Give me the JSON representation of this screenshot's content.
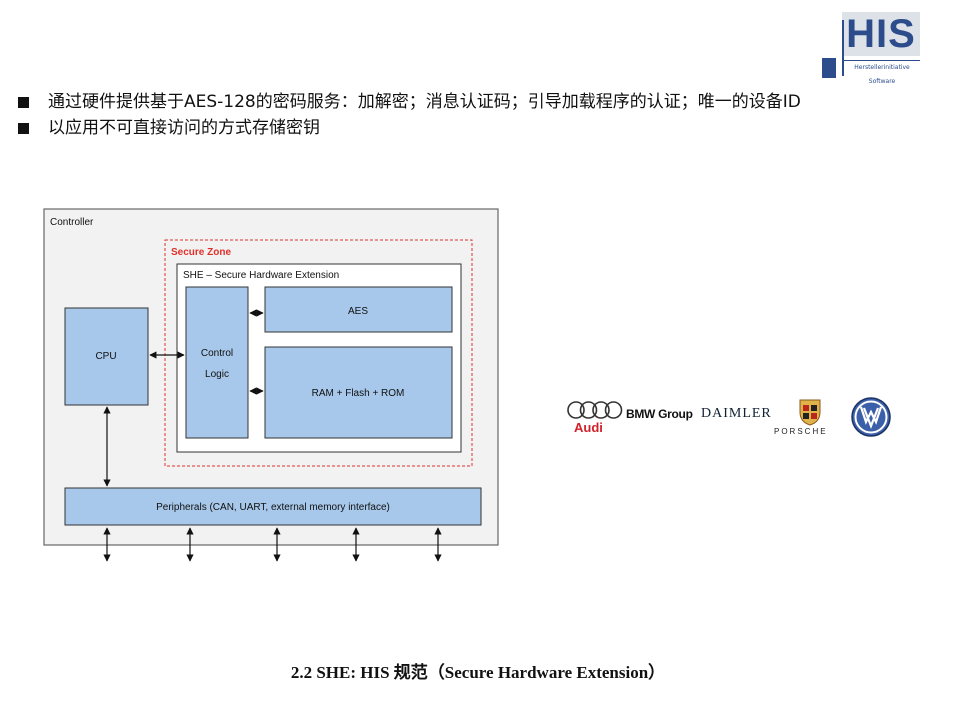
{
  "logo": {
    "letters": "HIS",
    "subtitle": "Herstellerinitiative Software"
  },
  "bullets": [
    {
      "text": "通过硬件提供基于AES-128的密码服务：加解密；消息认证码；引导加载程序的认证；唯一的设备ID"
    },
    {
      "text": "以应用不可直接访问的方式存储密钥"
    }
  ],
  "diagram": {
    "controller_label": "Controller",
    "secure_zone_label": "Secure Zone",
    "she_label": "SHE – Secure Hardware Extension",
    "cpu_label": "CPU",
    "control_logic_line1": "Control",
    "control_logic_line2": "Logic",
    "aes_label": "AES",
    "memory_label": "RAM + Flash + ROM",
    "peripherals_label": "Peripherals (CAN, UART, external memory interface)",
    "colors": {
      "block_fill": "#a7c8ea",
      "block_stroke": "#333333",
      "controller_fill": "#f2f2f2",
      "secure_zone_stroke": "#e0302a"
    }
  },
  "brands": {
    "audi": "Audi",
    "bmw": "BMW Group",
    "daimler": "DAIMLER",
    "porsche": "PORSCHE",
    "icons": [
      "audi-rings-icon",
      "porsche-crest-icon",
      "vw-logo-icon"
    ]
  },
  "caption": "2.2 SHE: HIS 规范（Secure Hardware Extension）"
}
